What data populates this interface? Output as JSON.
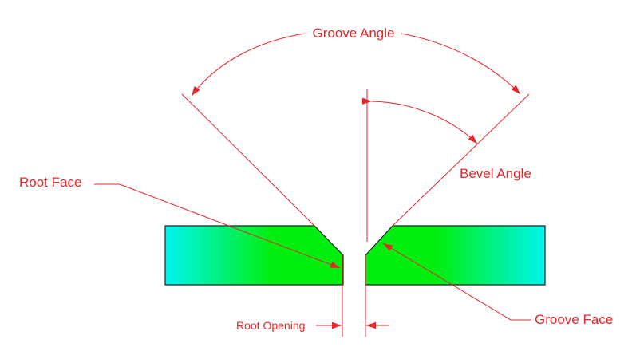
{
  "diagram": {
    "labels": {
      "groove_angle": "Groove Angle",
      "bevel_angle": "Bevel Angle",
      "root_face": "Root Face",
      "groove_face": "Groove Face",
      "root_opening": "Root Opening"
    },
    "colors": {
      "annotation": "#e8262a",
      "plate_outline": "#222222",
      "plate_fill_outer": "#00f5f0",
      "plate_fill_inner": "#00ee10"
    }
  }
}
